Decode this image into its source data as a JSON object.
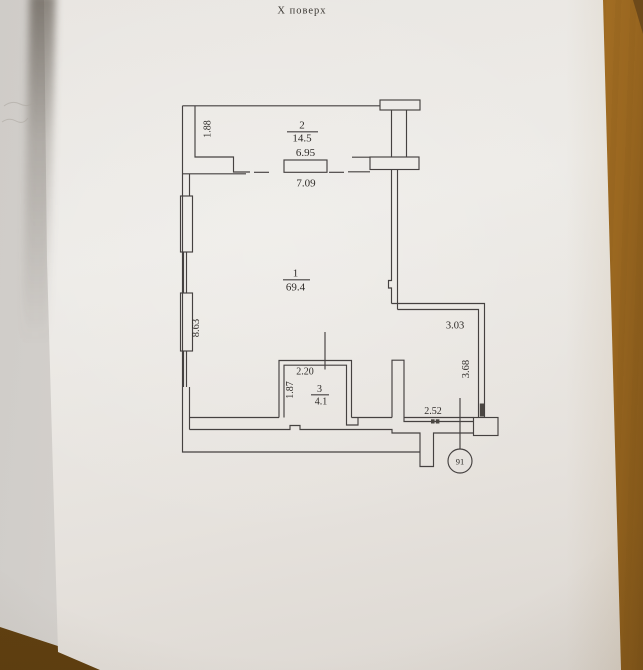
{
  "photo": {
    "caption": "Х поверх",
    "unit_number": "91"
  },
  "plan": {
    "rooms": [
      {
        "number": "2",
        "area": "14.5"
      },
      {
        "number": "1",
        "area": "69.4"
      },
      {
        "number": "3",
        "area": "4.1"
      }
    ],
    "dimensions": {
      "balcony_depth": "1.88",
      "window_span": "6.95",
      "opening_span": "7.09",
      "left_wall": "8.63",
      "right_step": "3.03",
      "right_wall": "3.68",
      "room3_width": "2.20",
      "room3_depth": "1.87",
      "entry_width": "2.52"
    }
  },
  "colors": {
    "wood": "#b8822f",
    "paper": "#eae7e3",
    "ink": "#454140"
  }
}
